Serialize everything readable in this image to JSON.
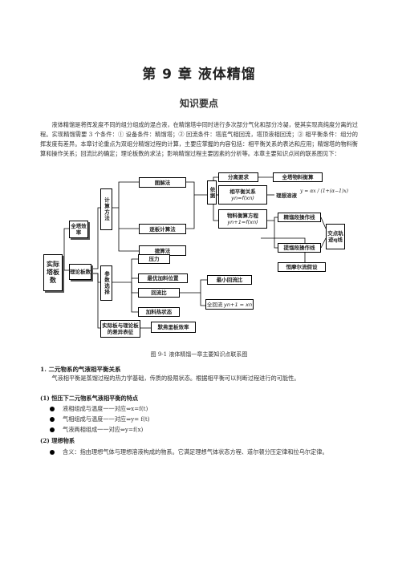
{
  "title": "第 9 章  液体精馏",
  "subtitle": "知识要点",
  "intro": "液体精馏是将挥发度不同的组分组成的混合液，在精馏塔中同时进行多次部分气化和部分冷凝，使其实现高纯度分离的过程。实现精馏需要 3 个条件：① 设备条件：精馏塔；② 回流条件：塔底气相回流，塔顶液相回流；③ 相平衡条件：组分的挥发度有差异。本章讨论重点为双组分精馏过程的计算，主要应掌握的内容包括：相平衡关系的表达和应用；精馏塔的物料衡算和操作关系；回流比的确定；理论板数的求法；影响精馏过程主要因素的分析等。本章主要知识点间的联系图见下：",
  "diagram": {
    "nodes": {
      "actual": "实际塔板数",
      "overall_eff": "全塔效率",
      "theory": "理论板数",
      "calc_method": "计算方法",
      "graphic": "图解法",
      "stepwise": "逐板计算法",
      "shortcut": "捷算法",
      "basis": "依据",
      "separation": "分离要求",
      "overall_balance": "全塔物料衡算",
      "equilibrium": "相平衡关系",
      "equilibrium_eq": "yn=f(xn)",
      "ideal": "理想溶液",
      "ideal_eq": "y = αx / (1+(α−1)x)",
      "operating": "物料衡算方程",
      "operating_eq": "yn+1=f(xn)",
      "rect_line": "精馏段操作线",
      "strip_line": "提馏段操作线",
      "intersect": "交点轨迹q线",
      "cmo": "恒摩尔流假设",
      "param_select": "参数选择",
      "pressure": "压力",
      "feed_pos": "最优加料位置",
      "reflux": "回流比",
      "min_reflux": "最小回流比",
      "total_reflux": "全回流",
      "total_reflux_eq": "yn+1 = xn",
      "feed_state": "加料热状态",
      "diff": "实际板与理论板的差异表征",
      "murphree": "默弗里板效率"
    }
  },
  "caption": "图 9-1  液体精馏一章主要知识点联系图",
  "section1_title": "1.  二元物系的气液相平衡关系",
  "section1_text": "气液相平衡是蒸馏过程的热力学基础，传质的极限状态。根据相平衡可以判断过程进行的可能性。",
  "sub1_title": "(1)  恒压下二元物系气液相平衡的特点",
  "bullets1": [
    "液相组成与温度一一对应⇔x=f(t)",
    "气相组成与温度一一对应⇔y= f(t)",
    "气液两相组成一一对应⇔y=f(x)"
  ],
  "sub2_title": "(2)  理想物系",
  "sub2_text": "含义：指由理想气体与理想溶液构成的物系。它满足理想气体状态方程、道尔顿分压定律和拉乌尔定律。"
}
